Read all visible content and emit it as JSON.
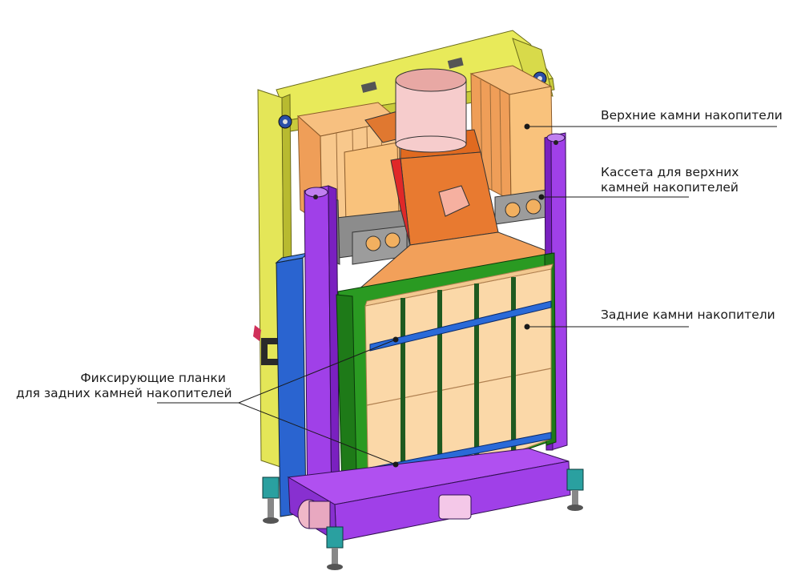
{
  "labels": {
    "upper_stones": "Верхние камни накопители",
    "cassette": {
      "line1": "Кассета для верхних",
      "line2": "камней накопителей"
    },
    "rear_stones": "Задние камни накопители",
    "fixing_strips": {
      "line1": "Фиксирующие планки",
      "line2": "для задних камней накопителей"
    }
  },
  "colors": {
    "frame_yellow": "#e6e85a",
    "purple": "#a040e8",
    "green": "#2a9a22",
    "blue": "#2a64d0",
    "stone_front": "#fbd8a8",
    "stone_side": "#f6b46a",
    "orange_hood": "#e07830",
    "gray_plate": "#8c8c8c",
    "pink_pipe": "#f4c8c4",
    "red_part": "#e02828",
    "dark_strip": "#1e5a20"
  }
}
